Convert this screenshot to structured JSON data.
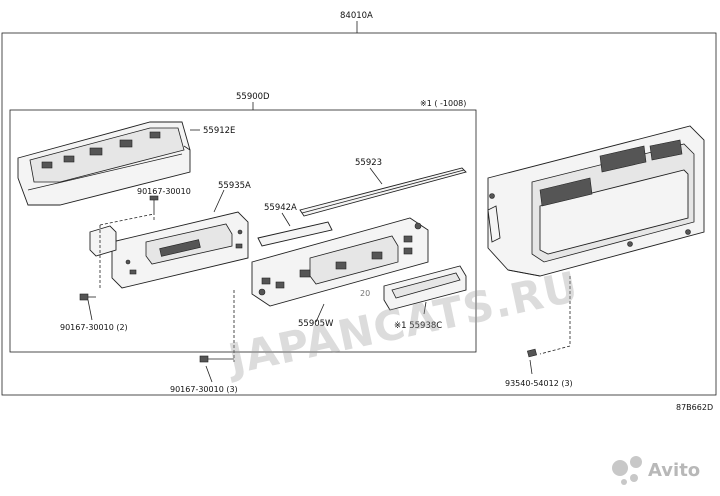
{
  "labels": {
    "assembly": "84010A",
    "subassembly": "55900D",
    "note": "※1 (    -1008)",
    "bracket": "55912E",
    "screw_1": "90167-30010",
    "panel": "55935A",
    "trim": "55923",
    "lens": "55942A",
    "control": "55905W",
    "plate": "※1 55938C",
    "screw_2": "90167-30010 (2)",
    "screw_3": "90167-30010 (3)",
    "screw_4": "93540-54012 (3)",
    "code": "87B662D",
    "watermark": "JAPANCATS.RU",
    "watermark_year": "20",
    "avito": "Avito"
  }
}
